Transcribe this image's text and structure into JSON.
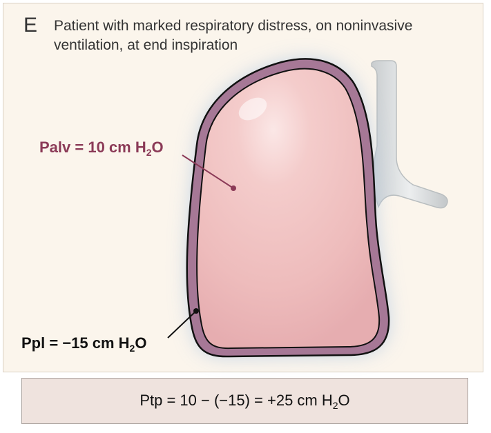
{
  "panel": {
    "letter": "E",
    "title": "Patient with marked respiratory distress, on noninvasive ventilation, at end inspiration"
  },
  "labels": {
    "palv": {
      "prefix": "Palv = 10 cm H",
      "sub": "2",
      "suffix": "O"
    },
    "ppl": {
      "prefix": "Ppl = −15 cm H",
      "sub": "2",
      "suffix": "O"
    }
  },
  "formula": {
    "prefix": "Ptp = 10 − (−15) = +25 cm H",
    "sub": "2",
    "suffix": "O"
  },
  "colors": {
    "panel_background": "#fbf5ec",
    "lung_fill": "#f2c4c3",
    "pleura": "#9a6b8a",
    "airway": "#d8dcdd",
    "palv_label": "#8b3a57",
    "formula_background": "#efe3de"
  }
}
